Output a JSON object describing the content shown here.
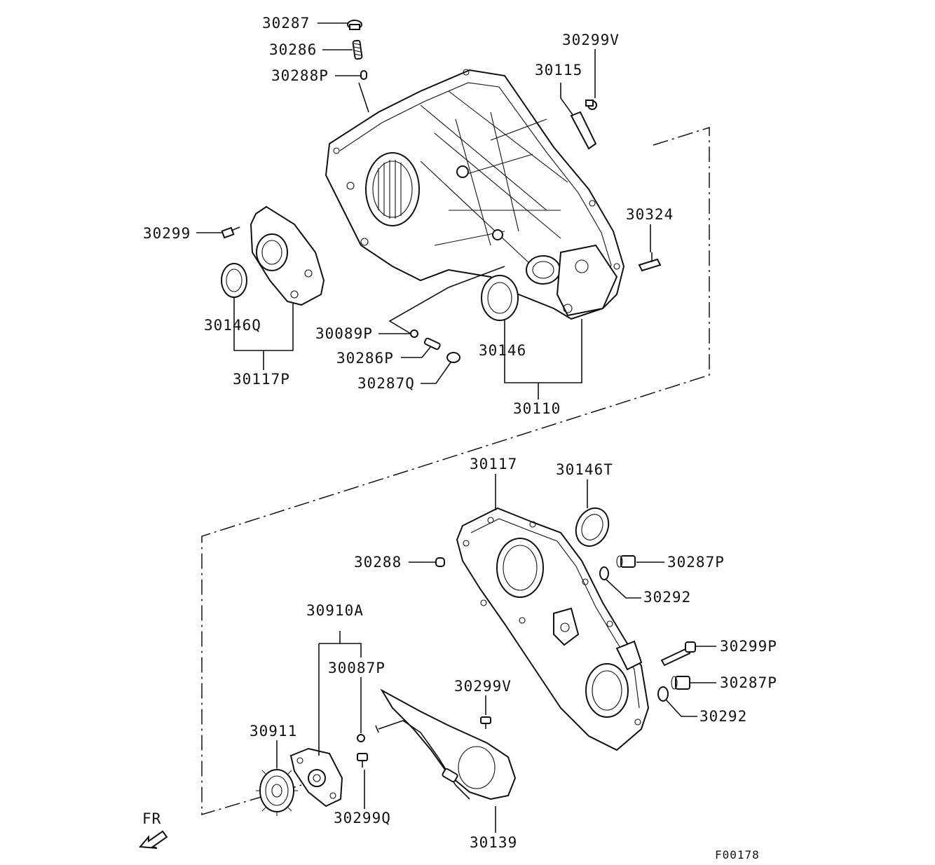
{
  "labels": {
    "p30287": "30287",
    "p30286": "30286",
    "p30288P": "30288P",
    "p30299V_top": "30299V",
    "p30115": "30115",
    "p30299": "30299",
    "p30324": "30324",
    "p30146Q": "30146Q",
    "p30117P": "30117P",
    "p30089P": "30089P",
    "p30286P": "30286P",
    "p30287Q": "30287Q",
    "p30146": "30146",
    "p30110": "30110",
    "p30117": "30117",
    "p30146T": "30146T",
    "p30288": "30288",
    "p30287P_a": "30287P",
    "p30292_a": "30292",
    "p30910A": "30910A",
    "p30087P": "30087P",
    "p30299V_bot": "30299V",
    "p30299P": "30299P",
    "p30287P_b": "30287P",
    "p30292_b": "30292",
    "p30911": "30911",
    "p30299Q": "30299Q",
    "p30139": "30139"
  },
  "direction": "FR",
  "figure_code": "F00178"
}
